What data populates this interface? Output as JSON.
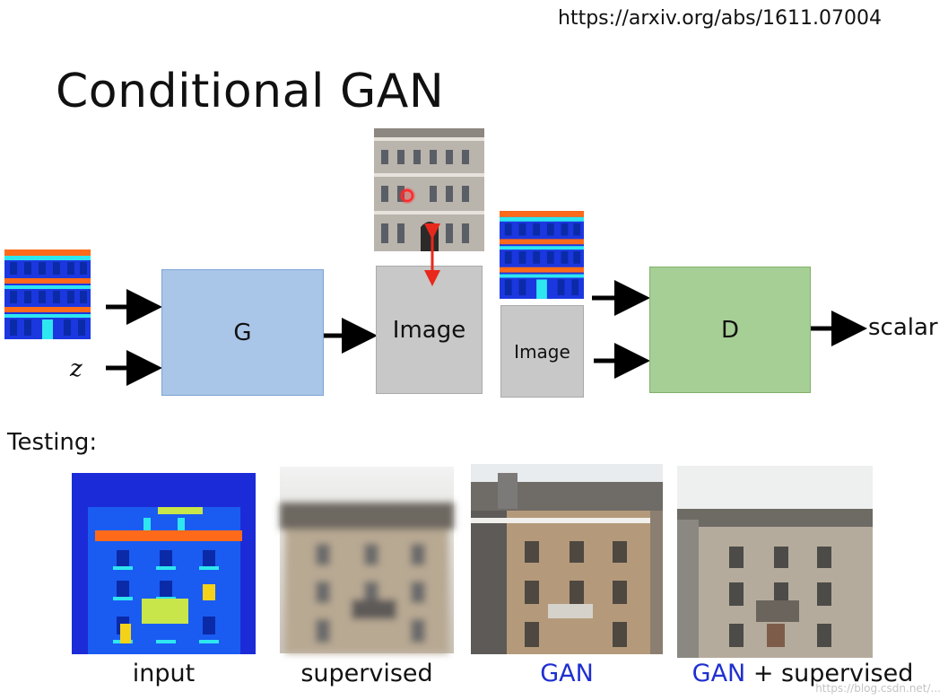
{
  "source_url": "https://arxiv.org/abs/1611.07004",
  "title": "Conditional GAN",
  "diagram": {
    "z_label": "z",
    "generator_label": "G",
    "generated_image_label": "Image",
    "condition_image_label": "Image",
    "discriminator_label": "D",
    "output_label": "scalar"
  },
  "testing": {
    "heading": "Testing:",
    "captions": {
      "input": "input",
      "supervised": "supervised",
      "gan": "GAN",
      "gan_plus_prefix": "GAN",
      "gan_plus_suffix": " + supervised"
    }
  },
  "watermark": "https://blog.csdn.net/...",
  "colors": {
    "generator": "#a9c5e8",
    "discriminator": "#a6cf95",
    "image_box": "#c8c8c8",
    "arrow": "#000000",
    "red_arrow": "#e8281c",
    "gan_caption": "#1f2fd0"
  }
}
